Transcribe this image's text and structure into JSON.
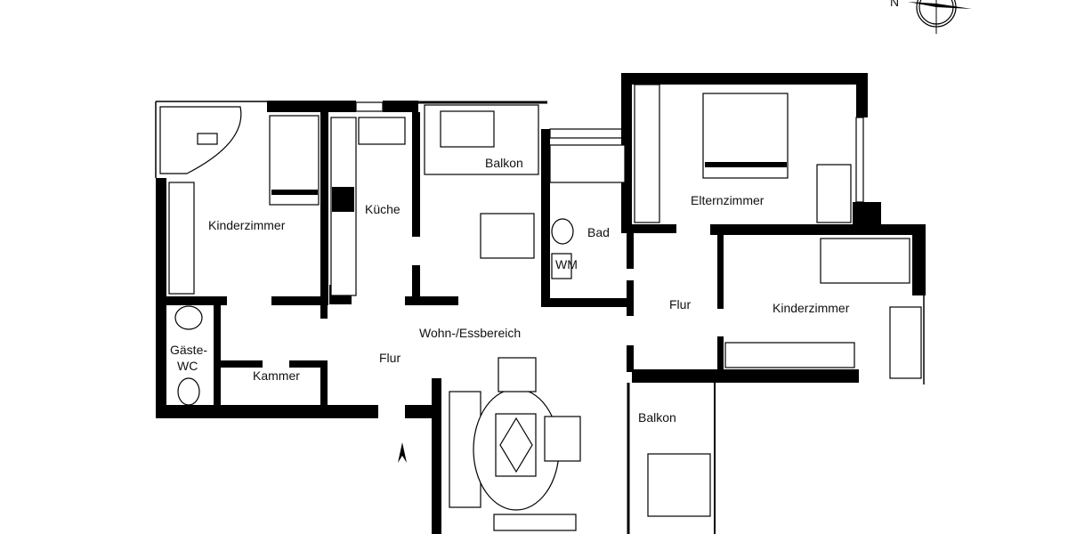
{
  "plan": {
    "rooms": [
      {
        "id": "kinderzimmer-1",
        "label": "Kinderzimmer"
      },
      {
        "id": "kueche",
        "label": "Küche"
      },
      {
        "id": "balkon-1",
        "label": "Balkon"
      },
      {
        "id": "bad",
        "label": "Bad"
      },
      {
        "id": "elternzimmer",
        "label": "Elternzimmer"
      },
      {
        "id": "flur-2",
        "label": "Flur"
      },
      {
        "id": "kinderzimmer-2",
        "label": "Kinderzimmer"
      },
      {
        "id": "wohn-essbereich",
        "label": "Wohn-/Essbereich"
      },
      {
        "id": "flur-1",
        "label": "Flur"
      },
      {
        "id": "gaeste-wc-line1",
        "label": "Gäste-"
      },
      {
        "id": "gaeste-wc-line2",
        "label": "WC"
      },
      {
        "id": "kammer",
        "label": "Kammer"
      },
      {
        "id": "balkon-2",
        "label": "Balkon"
      }
    ],
    "compass": {
      "north_label": "N"
    },
    "washer_label": "WM",
    "icons": [
      "compass-rose-icon",
      "entrance-arrow-icon"
    ]
  }
}
